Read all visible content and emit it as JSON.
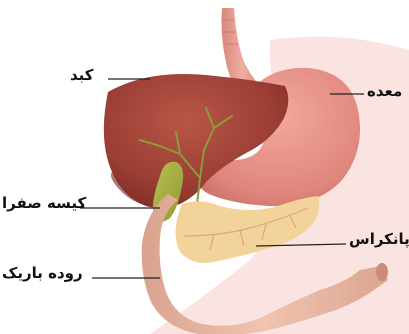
{
  "labels": {
    "liver": "کبد",
    "stomach": "معده",
    "gallbladder": "کیسه صفرا",
    "pancreas": "پانکراس",
    "small_intestine": "روده باریک"
  },
  "colors": {
    "background_blush": "#f9e4e1",
    "liver": "#a8463a",
    "liver_dark": "#7e2e26",
    "stomach": "#e58f86",
    "esophagus": "#e59a8e",
    "gallbladder": "#9fa83c",
    "bile_duct": "#8b9b3a",
    "pancreas": "#f2d49a",
    "small_intestine": "#e7b9a4",
    "leader_line": "#222222"
  }
}
